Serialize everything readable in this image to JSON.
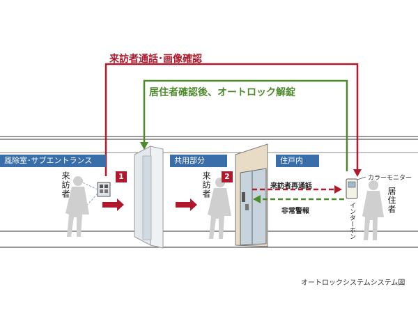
{
  "flows": {
    "top_label": "来訪者通話･画像確認",
    "inner_label": "居住者確認後、オートロック解錠",
    "recall_label": "来訪者再通話",
    "alarm_label": "非常警報"
  },
  "zones": {
    "windbreak": "風除室･サブエントランス",
    "common": "共用部分",
    "dwelling": "住戸内"
  },
  "badges": {
    "step1": "1",
    "step2": "2"
  },
  "people": {
    "visitor": "来訪者",
    "resident": "居住者"
  },
  "devices": {
    "color_monitor": "カラーモニター",
    "intercom": "インターホン"
  },
  "caption": "オートロックシステムシステム図",
  "colors": {
    "red": "#b0192b",
    "green": "#4d8a2c",
    "blue": "#3a6ea8"
  }
}
